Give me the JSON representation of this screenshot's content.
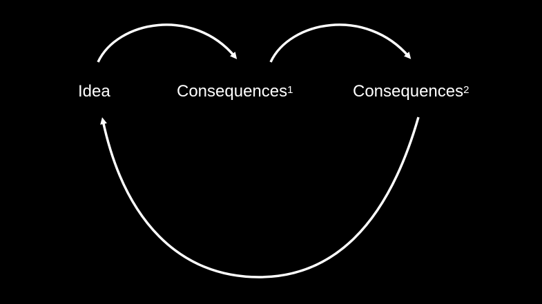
{
  "nodes": {
    "idea": "Idea",
    "consequences1": "Consequences",
    "consequences1_sup": "1",
    "consequences2": "Consequences",
    "consequences2_sup": "2"
  },
  "colors": {
    "background": "#000000",
    "foreground": "#ffffff"
  }
}
